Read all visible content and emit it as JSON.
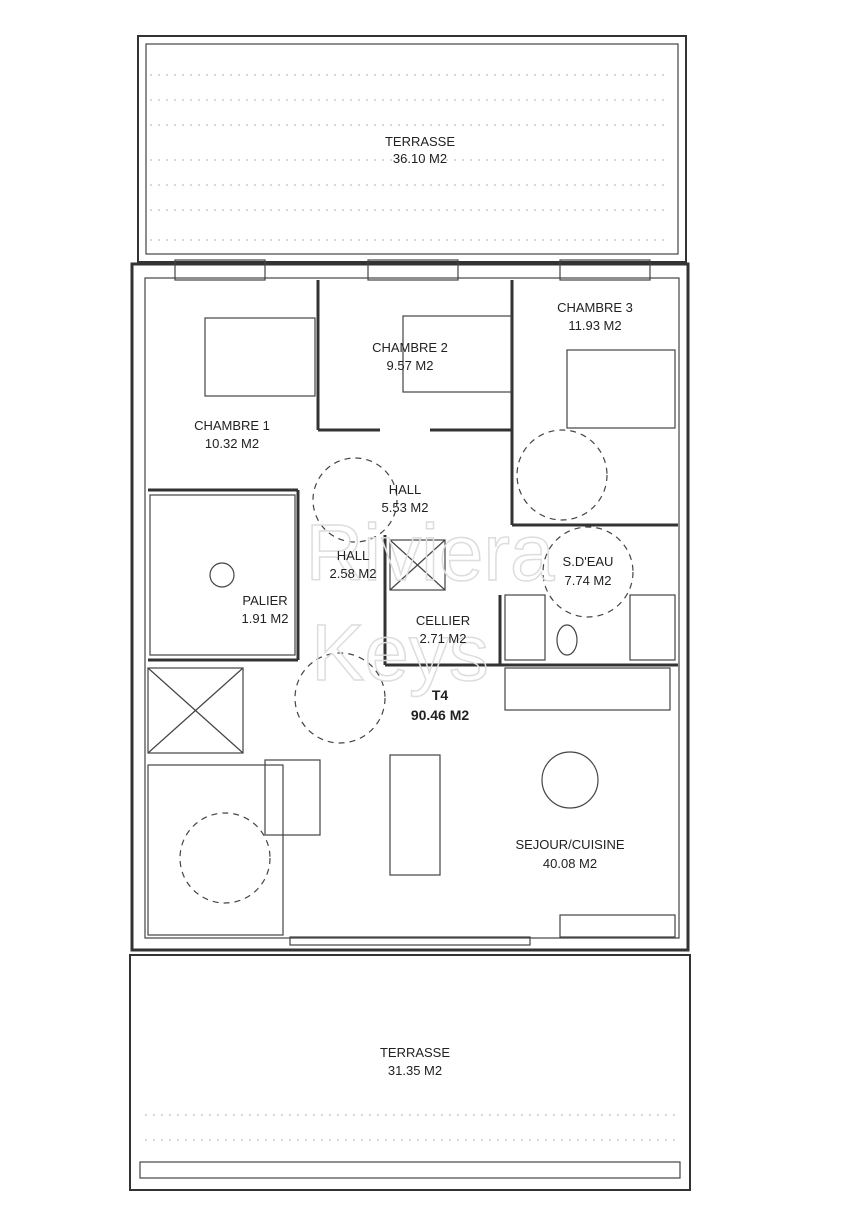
{
  "rooms": {
    "terrasse_top": {
      "name": "TERRASSE",
      "area": "36.10 M2"
    },
    "chambre1": {
      "name": "CHAMBRE 1",
      "area": "10.32 M2"
    },
    "chambre2": {
      "name": "CHAMBRE 2",
      "area": "9.57 M2"
    },
    "chambre3": {
      "name": "CHAMBRE 3",
      "area": "11.93 M2"
    },
    "hall1": {
      "name": "HALL",
      "area": "5.53 M2"
    },
    "hall2": {
      "name": "HALL",
      "area": "2.58 M2"
    },
    "palier": {
      "name": "PALIER",
      "area": "1.91 M2"
    },
    "cellier": {
      "name": "CELLIER",
      "area": "2.71 M2"
    },
    "sdeau": {
      "name": "S.D'EAU",
      "area": "7.74 M2"
    },
    "sejour": {
      "name": "SEJOUR/CUISINE",
      "area": "40.08 M2"
    },
    "terrasse_bottom": {
      "name": "TERRASSE",
      "area": "31.35 M2"
    }
  },
  "unit": {
    "name": "T4",
    "area": "90.46 M2"
  },
  "watermark": {
    "line1": "Riviera",
    "line2": "Keys"
  }
}
